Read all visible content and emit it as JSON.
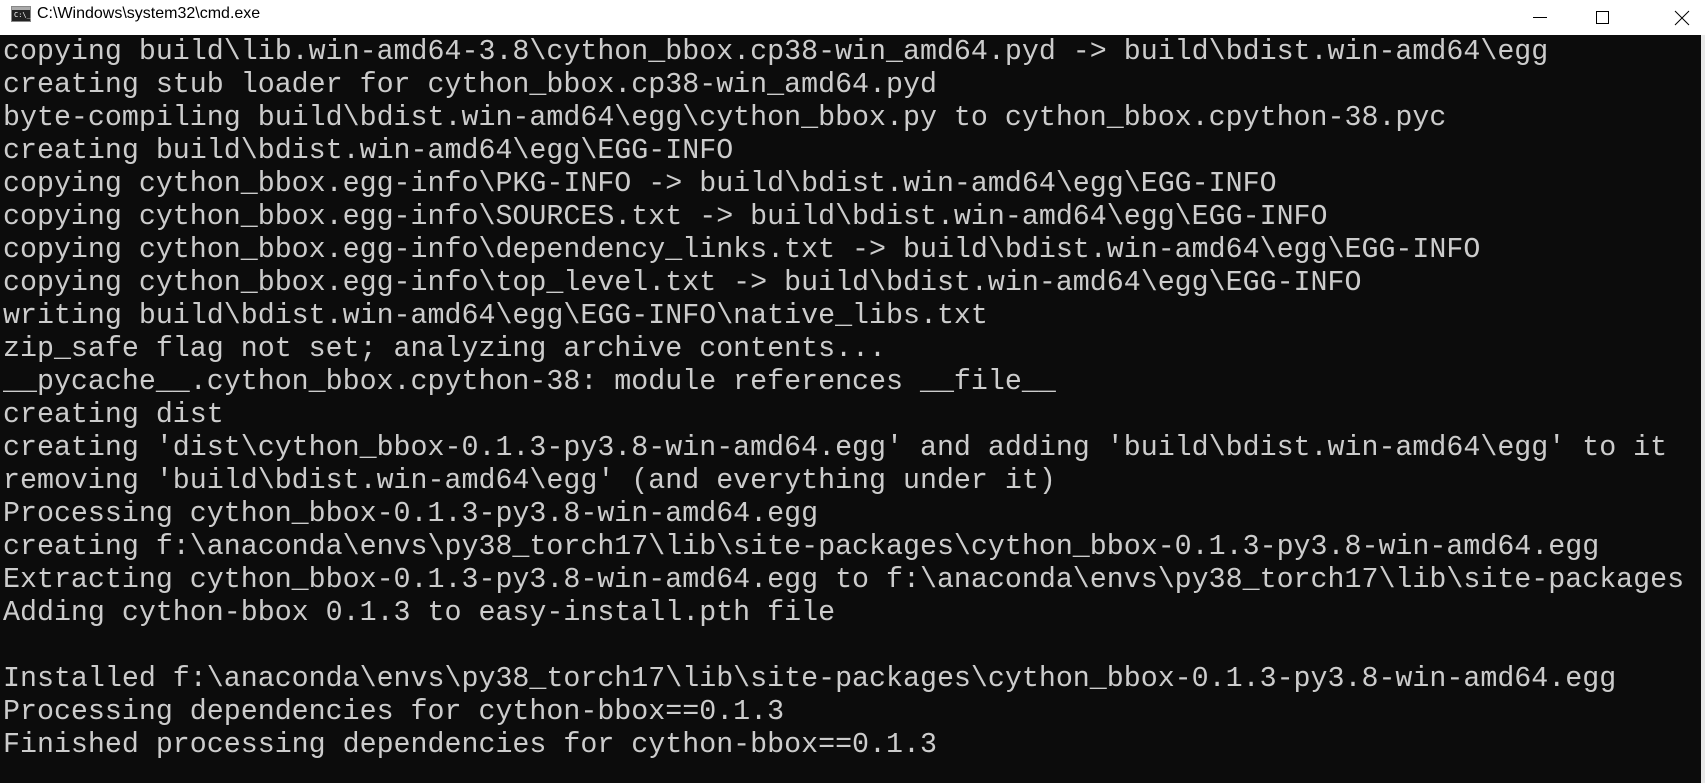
{
  "window": {
    "title": "C:\\Windows\\system32\\cmd.exe",
    "icon": "cmd-icon",
    "colors": {
      "background": "#0c0c0c",
      "text": "#cccccc",
      "titlebar": "#ffffff"
    }
  },
  "console": {
    "lines": [
      "copying build\\lib.win-amd64-3.8\\cython_bbox.cp38-win_amd64.pyd -> build\\bdist.win-amd64\\egg",
      "creating stub loader for cython_bbox.cp38-win_amd64.pyd",
      "byte-compiling build\\bdist.win-amd64\\egg\\cython_bbox.py to cython_bbox.cpython-38.pyc",
      "creating build\\bdist.win-amd64\\egg\\EGG-INFO",
      "copying cython_bbox.egg-info\\PKG-INFO -> build\\bdist.win-amd64\\egg\\EGG-INFO",
      "copying cython_bbox.egg-info\\SOURCES.txt -> build\\bdist.win-amd64\\egg\\EGG-INFO",
      "copying cython_bbox.egg-info\\dependency_links.txt -> build\\bdist.win-amd64\\egg\\EGG-INFO",
      "copying cython_bbox.egg-info\\top_level.txt -> build\\bdist.win-amd64\\egg\\EGG-INFO",
      "writing build\\bdist.win-amd64\\egg\\EGG-INFO\\native_libs.txt",
      "zip_safe flag not set; analyzing archive contents...",
      "__pycache__.cython_bbox.cpython-38: module references __file__",
      "creating dist",
      "creating 'dist\\cython_bbox-0.1.3-py3.8-win-amd64.egg' and adding 'build\\bdist.win-amd64\\egg' to it",
      "removing 'build\\bdist.win-amd64\\egg' (and everything under it)",
      "Processing cython_bbox-0.1.3-py3.8-win-amd64.egg",
      "creating f:\\anaconda\\envs\\py38_torch17\\lib\\site-packages\\cython_bbox-0.1.3-py3.8-win-amd64.egg",
      "Extracting cython_bbox-0.1.3-py3.8-win-amd64.egg to f:\\anaconda\\envs\\py38_torch17\\lib\\site-packages",
      "Adding cython-bbox 0.1.3 to easy-install.pth file",
      "",
      "Installed f:\\anaconda\\envs\\py38_torch17\\lib\\site-packages\\cython_bbox-0.1.3-py3.8-win-amd64.egg",
      "Processing dependencies for cython-bbox==0.1.3",
      "Finished processing dependencies for cython-bbox==0.1.3"
    ]
  }
}
